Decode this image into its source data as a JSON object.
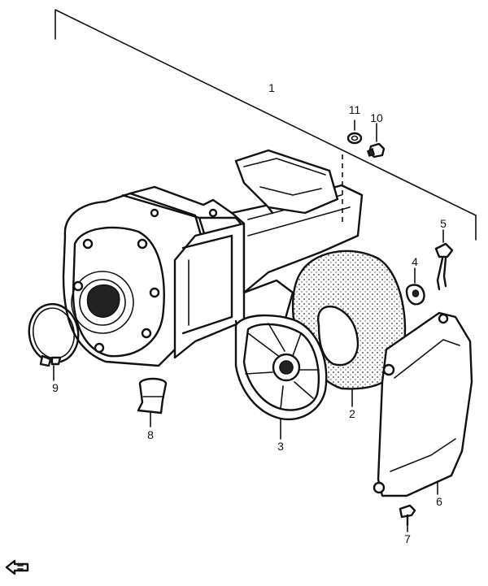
{
  "callouts": {
    "c1": "1",
    "c2": "2",
    "c3": "3",
    "c4": "4",
    "c5": "5",
    "c6": "6",
    "c7": "7",
    "c8": "8",
    "c9": "9",
    "c10": "10",
    "c11": "11"
  },
  "icons": {
    "front_arrow": "front-direction-arrow-icon"
  }
}
